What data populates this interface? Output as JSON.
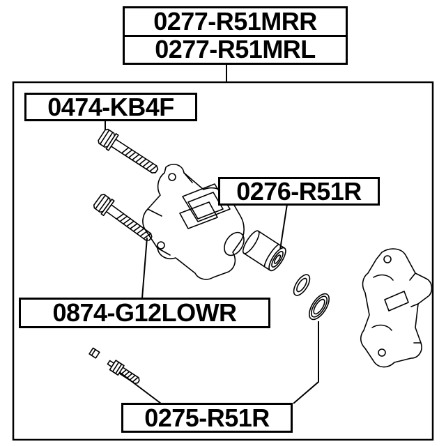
{
  "diagram": {
    "top_label": {
      "line1": "0277-R51MRR",
      "line2": "0277-R51MRL"
    },
    "part_labels": {
      "upper_bolt": "0474-KB4F",
      "piston": "0276-R51R",
      "lower_bolt": "0874-G12LOWR",
      "repair_kit": "0275-R51R"
    },
    "colors": {
      "line": "#000000",
      "background": "#ffffff"
    }
  }
}
